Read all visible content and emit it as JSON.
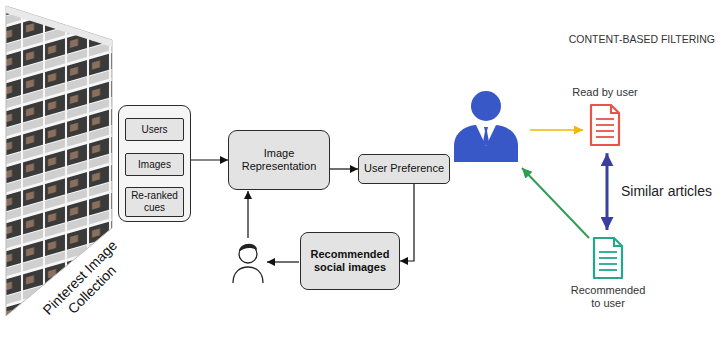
{
  "diagram": {
    "title": "CONTENT-BASED FILTERING",
    "nodes": [
      {
        "text": []
      },
      {
        "text": [
          "Users"
        ],
        "in": 0
      },
      {
        "text": [
          "Images"
        ],
        "in": 0
      },
      {
        "text": [
          "Re-ranked cues"
        ],
        "in": 0
      },
      {
        "text": [
          "Image Representation"
        ]
      },
      {
        "text": [
          "User Preference"
        ]
      },
      {
        "text": [
          "Recommended social images"
        ]
      },
      {
        "text": [
          "Read by user"
        ]
      },
      {
        "text": [
          "Recommended to user"
        ]
      }
    ],
    "edges": [
      {
        "from": 0,
        "to": 4,
        "arrow": "to"
      },
      {
        "from": 4,
        "to": 5,
        "arrow": "to"
      },
      {
        "from": 5,
        "to": 6,
        "arrow": "to"
      },
      {
        "from": 7,
        "to": 8,
        "label": "Similar articles",
        "arrow": "both"
      }
    ],
    "labels": [
      "Pinterest Image Collection"
    ]
  }
}
